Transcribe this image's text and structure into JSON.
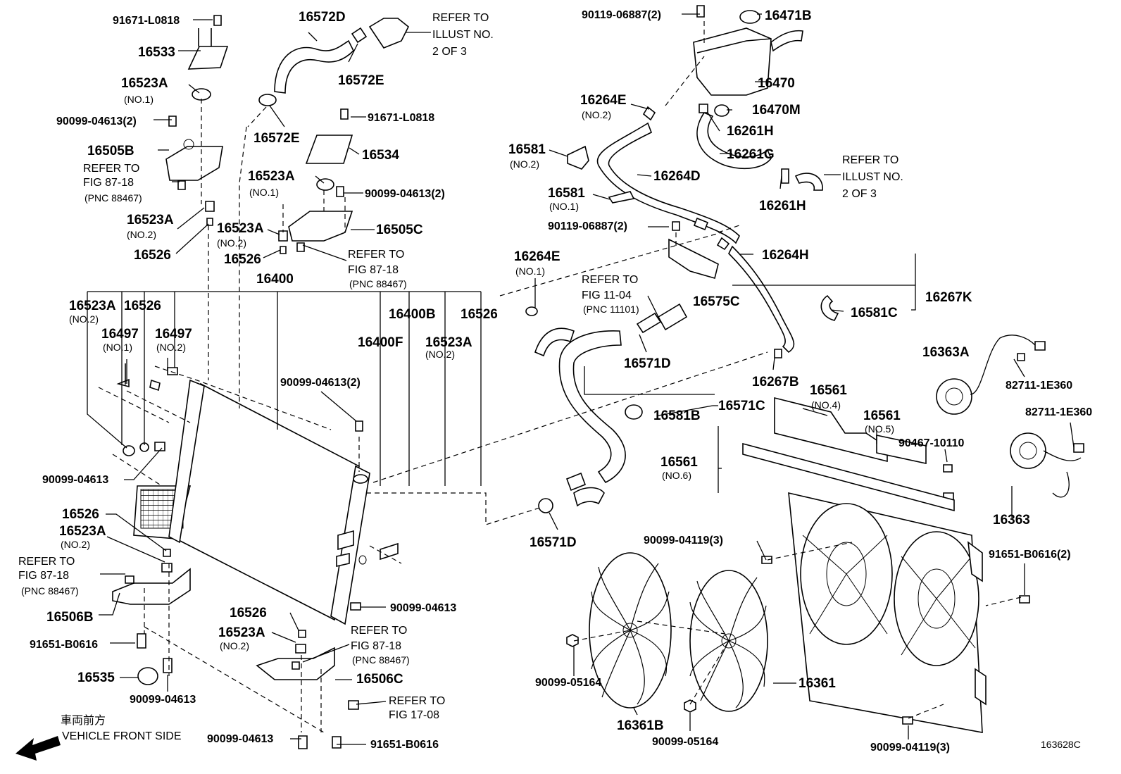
{
  "diagram_code": "163628C",
  "direction": {
    "jp": "車両前方",
    "en": "VEHICLE FRONT SIDE"
  },
  "labels": [
    {
      "id": "l1",
      "text": "91671-L0818"
    },
    {
      "id": "l2",
      "text": "16533"
    },
    {
      "id": "l3",
      "text": "16523A"
    },
    {
      "id": "l4",
      "text": "(NO.1)"
    },
    {
      "id": "l5",
      "text": "90099-04613(2)"
    },
    {
      "id": "l6",
      "text": "16505B"
    },
    {
      "id": "l7",
      "text": "REFER TO"
    },
    {
      "id": "l8",
      "text": "FIG 87-18"
    },
    {
      "id": "l9",
      "text": "(PNC 88467)"
    },
    {
      "id": "l10",
      "text": "16523A"
    },
    {
      "id": "l11",
      "text": "(NO.2)"
    },
    {
      "id": "l12",
      "text": "16526"
    },
    {
      "id": "l13",
      "text": "16572D"
    },
    {
      "id": "l14",
      "text": "REFER TO"
    },
    {
      "id": "l15",
      "text": "ILLUST NO."
    },
    {
      "id": "l16",
      "text": "2 OF 3"
    },
    {
      "id": "l17",
      "text": "16572E"
    },
    {
      "id": "l18",
      "text": "16572E"
    },
    {
      "id": "l19",
      "text": "91671-L0818"
    },
    {
      "id": "l20",
      "text": "16534"
    },
    {
      "id": "l21",
      "text": "16523A"
    },
    {
      "id": "l22",
      "text": "(NO.1)"
    },
    {
      "id": "l23",
      "text": "90099-04613(2)"
    },
    {
      "id": "l24",
      "text": "16523A"
    },
    {
      "id": "l25",
      "text": "(NO.2)"
    },
    {
      "id": "l26",
      "text": "16505C"
    },
    {
      "id": "l27",
      "text": "16526"
    },
    {
      "id": "l28",
      "text": "REFER TO"
    },
    {
      "id": "l29",
      "text": "FIG 87-18"
    },
    {
      "id": "l30",
      "text": "(PNC 88467)"
    },
    {
      "id": "l31",
      "text": "16400"
    },
    {
      "id": "l32",
      "text": "16523A"
    },
    {
      "id": "l33",
      "text": "(NO.2)"
    },
    {
      "id": "l34",
      "text": "16526"
    },
    {
      "id": "l35",
      "text": "16497"
    },
    {
      "id": "l36",
      "text": "(NO.1)"
    },
    {
      "id": "l37",
      "text": "16497"
    },
    {
      "id": "l38",
      "text": "(NO.2)"
    },
    {
      "id": "l39",
      "text": "16400B"
    },
    {
      "id": "l40",
      "text": "16526"
    },
    {
      "id": "l41",
      "text": "16400F"
    },
    {
      "id": "l42",
      "text": "16523A"
    },
    {
      "id": "l43",
      "text": "(NO.2)"
    },
    {
      "id": "l44",
      "text": "90099-04613(2)"
    },
    {
      "id": "l45",
      "text": "90099-04613"
    },
    {
      "id": "l46",
      "text": "16526"
    },
    {
      "id": "l47",
      "text": "16523A"
    },
    {
      "id": "l48",
      "text": "(NO.2)"
    },
    {
      "id": "l49",
      "text": "REFER TO"
    },
    {
      "id": "l50",
      "text": "FIG 87-18"
    },
    {
      "id": "l51",
      "text": "(PNC 88467)"
    },
    {
      "id": "l52",
      "text": "16506B"
    },
    {
      "id": "l53",
      "text": "91651-B0616"
    },
    {
      "id": "l54",
      "text": "16535"
    },
    {
      "id": "l55",
      "text": "90099-04613"
    },
    {
      "id": "l56",
      "text": "90099-04613"
    },
    {
      "id": "l57",
      "text": "16526"
    },
    {
      "id": "l58",
      "text": "16523A"
    },
    {
      "id": "l59",
      "text": "(NO.2)"
    },
    {
      "id": "l60",
      "text": "REFER TO"
    },
    {
      "id": "l61",
      "text": "FIG 87-18"
    },
    {
      "id": "l62",
      "text": "(PNC 88467)"
    },
    {
      "id": "l63",
      "text": "16506C"
    },
    {
      "id": "l64",
      "text": "REFER TO"
    },
    {
      "id": "l65",
      "text": "FIG 17-08"
    },
    {
      "id": "l66",
      "text": "90099-04613"
    },
    {
      "id": "l67",
      "text": "91651-B0616"
    },
    {
      "id": "l68",
      "text": "90119-06887(2)"
    },
    {
      "id": "l69",
      "text": "16471B"
    },
    {
      "id": "l70",
      "text": "16470"
    },
    {
      "id": "l71",
      "text": "16264E"
    },
    {
      "id": "l72",
      "text": "(NO.2)"
    },
    {
      "id": "l73",
      "text": "16470M"
    },
    {
      "id": "l74",
      "text": "16261H"
    },
    {
      "id": "l75",
      "text": "16581"
    },
    {
      "id": "l76",
      "text": "(NO.2)"
    },
    {
      "id": "l77",
      "text": "16261G"
    },
    {
      "id": "l78",
      "text": "REFER TO"
    },
    {
      "id": "l79",
      "text": "ILLUST NO."
    },
    {
      "id": "l80",
      "text": "2 OF 3"
    },
    {
      "id": "l81",
      "text": "16264D"
    },
    {
      "id": "l82",
      "text": "16581"
    },
    {
      "id": "l83",
      "text": "(NO.1)"
    },
    {
      "id": "l84",
      "text": "16261H"
    },
    {
      "id": "l85",
      "text": "90119-06887(2)"
    },
    {
      "id": "l86",
      "text": "16264H"
    },
    {
      "id": "l87",
      "text": "16264E"
    },
    {
      "id": "l88",
      "text": "(NO.1)"
    },
    {
      "id": "l89",
      "text": "REFER TO"
    },
    {
      "id": "l90",
      "text": "FIG 11-04"
    },
    {
      "id": "l91",
      "text": "(PNC 11101)"
    },
    {
      "id": "l92",
      "text": "16575C"
    },
    {
      "id": "l93",
      "text": "16267K"
    },
    {
      "id": "l94",
      "text": "16581C"
    },
    {
      "id": "l95",
      "text": "16571D"
    },
    {
      "id": "l96",
      "text": "16267B"
    },
    {
      "id": "l97",
      "text": "16363A"
    },
    {
      "id": "l98",
      "text": "82711-1E360"
    },
    {
      "id": "l99",
      "text": "16561"
    },
    {
      "id": "l100",
      "text": "(NO.4)"
    },
    {
      "id": "l101",
      "text": "16581B"
    },
    {
      "id": "l102",
      "text": "16571C"
    },
    {
      "id": "l103",
      "text": "16561"
    },
    {
      "id": "l104",
      "text": "(NO.5)"
    },
    {
      "id": "l105",
      "text": "82711-1E360"
    },
    {
      "id": "l106",
      "text": "90467-10110"
    },
    {
      "id": "l107",
      "text": "16561"
    },
    {
      "id": "l108",
      "text": "(NO.6)"
    },
    {
      "id": "l109",
      "text": "16363"
    },
    {
      "id": "l110",
      "text": "16571D"
    },
    {
      "id": "l111",
      "text": "90099-04119(3)"
    },
    {
      "id": "l112",
      "text": "91651-B0616(2)"
    },
    {
      "id": "l113",
      "text": "16361"
    },
    {
      "id": "l114",
      "text": "90099-05164"
    },
    {
      "id": "l115",
      "text": "16361B"
    },
    {
      "id": "l116",
      "text": "90099-05164"
    },
    {
      "id": "l117",
      "text": "90099-04119(3)"
    }
  ]
}
